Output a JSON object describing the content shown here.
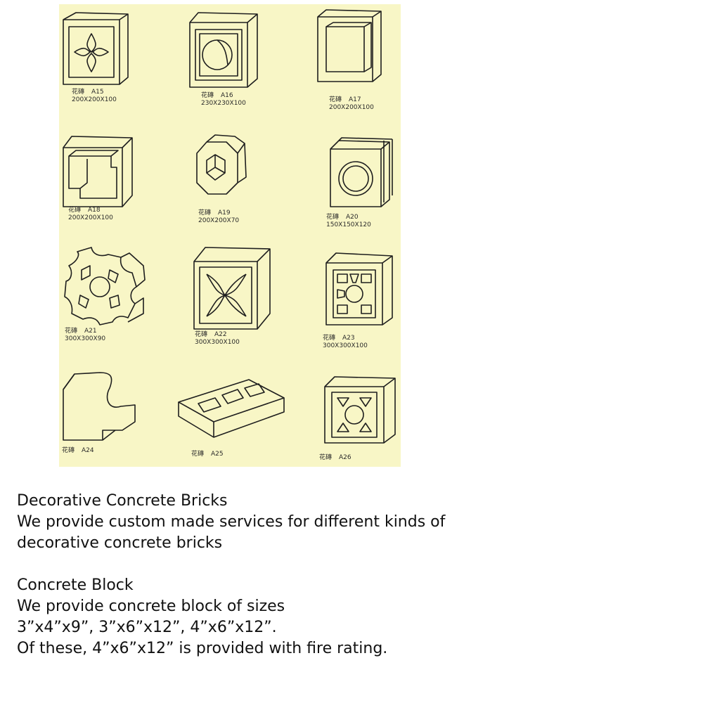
{
  "catalog": {
    "items": [
      {
        "name": "花磚",
        "code": "A15",
        "size": "200X200X100"
      },
      {
        "name": "花磚",
        "code": "A16",
        "size": "230X230X100"
      },
      {
        "name": "花磚",
        "code": "A17",
        "size": "200X200X100"
      },
      {
        "name": "花磚",
        "code": "A18",
        "size": "200X200X100"
      },
      {
        "name": "花磚",
        "code": "A19",
        "size": "200X200X70"
      },
      {
        "name": "花磚",
        "code": "A20",
        "size": "150X150X120"
      },
      {
        "name": "花磚",
        "code": "A21",
        "size": "300X300X90"
      },
      {
        "name": "花磚",
        "code": "A22",
        "size": "300X300X100"
      },
      {
        "name": "花磚",
        "code": "A23",
        "size": "300X300X100"
      },
      {
        "name": "花磚",
        "code": "A24",
        "size": ""
      },
      {
        "name": "花磚",
        "code": "A25",
        "size": ""
      },
      {
        "name": "花磚",
        "code": "A26",
        "size": ""
      }
    ]
  },
  "decorative": {
    "title": "Decorative Concrete Bricks",
    "line1": "We provide custom made services for different kinds of",
    "line2": "decorative concrete bricks"
  },
  "block": {
    "title": "Concrete Block",
    "line1": "We provide concrete block of sizes",
    "line2": "3”x4”x9”, 3”x6”x12”, 4”x6”x12”.",
    "line3": "Of these, 4”x6”x12” is provided with fire rating."
  }
}
